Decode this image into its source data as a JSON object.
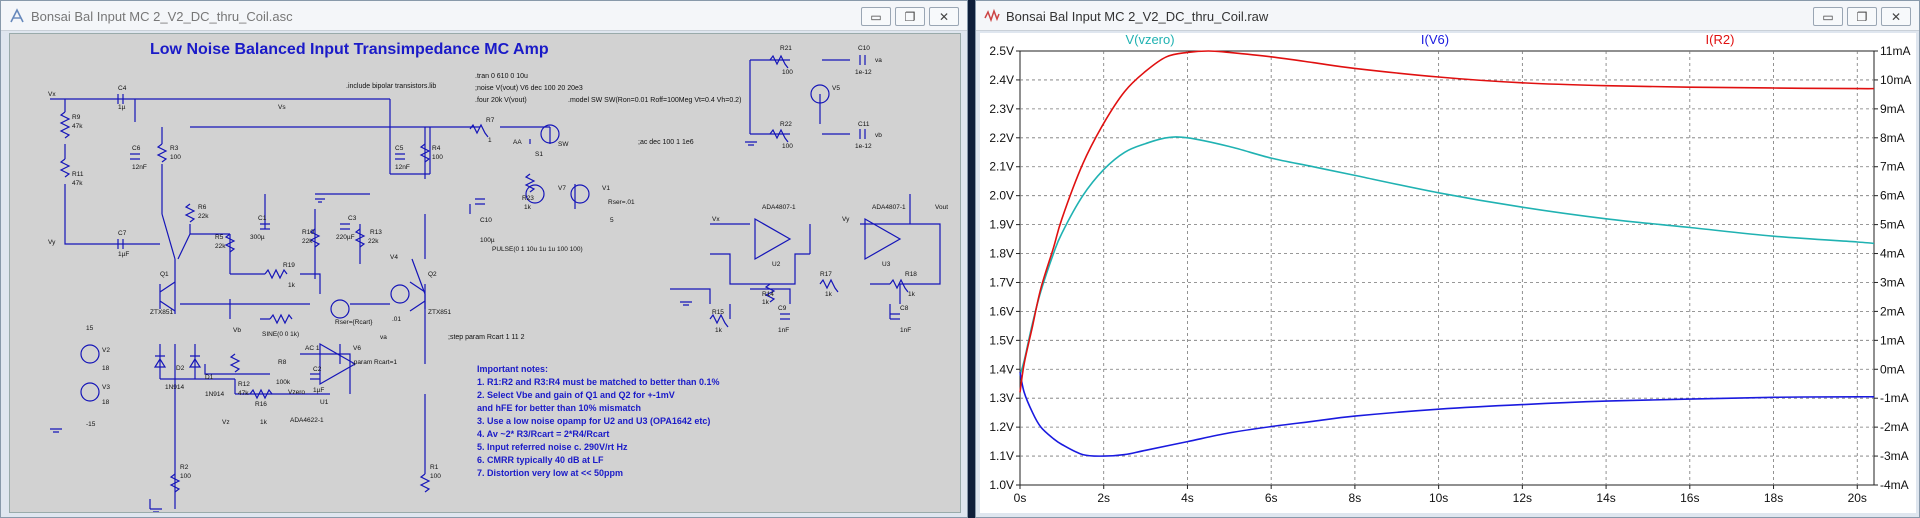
{
  "schematic": {
    "window_title": "Bonsai Bal Input MC 2_V2_DC_thru_Coil.asc",
    "title": "Low Noise Balanced Input Transimpedance MC Amp",
    "directives": [
      ".include bipolar transistors.lib",
      ".tran 0 610 0 10u",
      ";noise V(vout) V6 dec 100 20 20e3",
      ".four 20k V(vout)",
      ".model SW SW(Ron=0.01 Roff=100Meg Vt=0.4 Vh=0.2)",
      ";ac dec 100 1 1e6",
      ";step param Rcart 1 11 2"
    ],
    "labels": {
      "vx": "Vx",
      "vy": "Vy",
      "vb": "Vb",
      "vz": "Vz",
      "vs": "Vs",
      "va": "va",
      "vb2": "vb",
      "aa": "AA",
      "vout": "Vout",
      "vy2": "Vy",
      "vx2": "Vx",
      "vzero": "Vzero",
      "c4": "C4",
      "c4v": "1µ",
      "r9": "R9",
      "r9v": "47k",
      "r11": "R11",
      "r11v": "47k",
      "c7": "C7",
      "c7v": "1µF",
      "c6": "C6",
      "c6v": "12nF",
      "r3": "R3",
      "r3v": "100",
      "r4": "R4",
      "r4v": "100",
      "c5": "C5",
      "c5v": "12nF",
      "r6": "R6",
      "r6v": "22k",
      "r5": "R5",
      "r5v": "22k",
      "c1": "C1",
      "c1v": "300µ",
      "r10": "R10",
      "r10v": "22k",
      "c3": "C3",
      "c3v": "220µF",
      "r13": "R13",
      "r13v": "22k",
      "r19": "R19",
      "r19v": "1k",
      "q1": "Q1",
      "q1v": "ZTX851",
      "q2": "Q2",
      "q2v": "ZTX851",
      "v4": "V4",
      "v4v": ".01",
      "r7": "R7",
      "r7v": "1",
      "s1": "S1",
      "sw": "SW",
      "r23": "R23",
      "r23v": "1k",
      "v7": "V7",
      "v1": "V1",
      "c10b": "C10",
      "c10bv": "100µ",
      "rser": "Rser=.01",
      "v1v": "5",
      "pulse": "PULSE(0 1 10u 1u 1u 100 100)",
      "rserc": "Rser={Rcart}",
      "sine": "SINE(0 0 1k)",
      "ac": "AC 1",
      "v6": "V6",
      "param": ".param Rcart=1",
      "r8": "R8",
      "r8v": "100k",
      "c2": "C2",
      "c2v": "1µF",
      "u1": "U1",
      "u1v": "ADA4622-1",
      "r16": "R16",
      "r16v": "1k",
      "r12": "R12",
      "r12v": "47k",
      "d2": "D2",
      "d2v": "1N914",
      "d1": "D1",
      "d1v": "1N914",
      "r2": "R2",
      "r2v": "100",
      "r1": "R1",
      "r1v": "100",
      "v2": "V2",
      "v2v": "18",
      "v3": "V3",
      "v3v": "18",
      "p15": "15",
      "m15": "-15",
      "r21": "R21",
      "r21v": "100",
      "c10": "C10",
      "c10v": "1e-12",
      "v5": "V5",
      "r22": "R22",
      "r22v": "100",
      "c11": "C11",
      "c11v": "1e-12",
      "u2": "U2",
      "u2v": "ADA4807-1",
      "u3": "U3",
      "u3v": "ADA4807-1",
      "r14": "R14",
      "r14v": "1k",
      "r17": "R17",
      "r17v": "1k",
      "r18": "R18",
      "r18v": "1k",
      "r15": "R15",
      "r15v": "1k",
      "c9": "C9",
      "c9v": "1nF",
      "c8": "C8",
      "c8v": "1nF"
    },
    "notes": [
      "Important notes:",
      "1. R1:R2 and R3:R4 must be matched to better than 0.1%",
      "2. Select Vbe and gain of Q1 and Q2 for +-1mV",
      "and hFE for better than 10% mismatch",
      "3. Use a low noise opamp for U2 and U3 (OPA1642 etc)",
      "4. Av ~2* R3/Rcart = 2*R4/Rcart",
      "5. Input referred noise c. 290V/rt Hz",
      "6. CMRR typically 40 dB at LF",
      "7. Distortion very low at << 50ppm"
    ]
  },
  "plot": {
    "window_title": "Bonsai Bal Input MC 2_V2_DC_thru_Coil.raw",
    "traces": [
      {
        "label": "V(vzero)",
        "color": "#20b2b2"
      },
      {
        "label": "I(V6)",
        "color": "#1a1adf"
      },
      {
        "label": "I(R2)",
        "color": "#e01010"
      }
    ]
  },
  "chart_data": {
    "type": "line",
    "xlabel": "",
    "x_ticks": [
      "0s",
      "2s",
      "4s",
      "6s",
      "8s",
      "10s",
      "12s",
      "14s",
      "16s",
      "18s",
      "20s"
    ],
    "left_ticks": [
      "1.0V",
      "1.1V",
      "1.2V",
      "1.3V",
      "1.4V",
      "1.5V",
      "1.6V",
      "1.7V",
      "1.8V",
      "1.9V",
      "2.0V",
      "2.1V",
      "2.2V",
      "2.3V",
      "2.4V",
      "2.5V"
    ],
    "right_ticks": [
      "-4mA",
      "-3mA",
      "-2mA",
      "-1mA",
      "0mA",
      "1mA",
      "2mA",
      "3mA",
      "4mA",
      "5mA",
      "6mA",
      "7mA",
      "8mA",
      "9mA",
      "10mA",
      "11mA"
    ],
    "xlim": [
      0,
      20.4
    ],
    "ylim_left": [
      1.0,
      2.5
    ],
    "ylim_right": [
      -4,
      11
    ],
    "grid": true,
    "series": [
      {
        "name": "V(vzero)",
        "axis": "left",
        "color": "#20b2b2",
        "x": [
          0,
          0.1,
          0.3,
          0.5,
          0.8,
          1.0,
          1.5,
          2.0,
          2.5,
          3.0,
          3.5,
          4.0,
          5.0,
          6.0,
          7.0,
          8.0,
          10.0,
          12.0,
          14.0,
          16.0,
          18.0,
          20.0,
          20.4
        ],
        "y": [
          1.38,
          1.43,
          1.56,
          1.67,
          1.8,
          1.87,
          2.0,
          2.09,
          2.15,
          2.18,
          2.2,
          2.2,
          2.17,
          2.13,
          2.1,
          2.07,
          2.01,
          1.96,
          1.92,
          1.89,
          1.86,
          1.84,
          1.835
        ]
      },
      {
        "name": "I(V6)",
        "axis": "right",
        "color": "#1a1adf",
        "x": [
          0,
          0.1,
          0.3,
          0.5,
          0.8,
          1.0,
          1.5,
          2.0,
          2.5,
          3.0,
          4.0,
          5.0,
          6.0,
          7.0,
          8.0,
          10.0,
          12.0,
          14.0,
          16.0,
          18.0,
          20.0,
          20.4
        ],
        "y": [
          -0.1,
          -0.8,
          -1.5,
          -2.0,
          -2.4,
          -2.6,
          -2.95,
          -3.0,
          -2.95,
          -2.8,
          -2.5,
          -2.2,
          -1.98,
          -1.8,
          -1.62,
          -1.38,
          -1.22,
          -1.1,
          -1.03,
          -0.97,
          -0.95,
          -0.95
        ]
      },
      {
        "name": "I(R2)",
        "axis": "right",
        "color": "#e01010",
        "x": [
          0,
          0.1,
          0.3,
          0.5,
          0.8,
          1.0,
          1.5,
          2.0,
          2.5,
          3.0,
          3.5,
          4.0,
          4.5,
          5.0,
          6.0,
          7.0,
          8.0,
          10.0,
          12.0,
          14.0,
          16.0,
          18.0,
          20.0,
          20.4
        ],
        "y": [
          -0.8,
          0.2,
          1.5,
          2.8,
          4.2,
          5.2,
          7.1,
          8.5,
          9.6,
          10.3,
          10.8,
          10.95,
          11.0,
          10.95,
          10.8,
          10.6,
          10.4,
          10.1,
          9.9,
          9.8,
          9.75,
          9.72,
          9.7,
          9.7
        ]
      }
    ]
  }
}
